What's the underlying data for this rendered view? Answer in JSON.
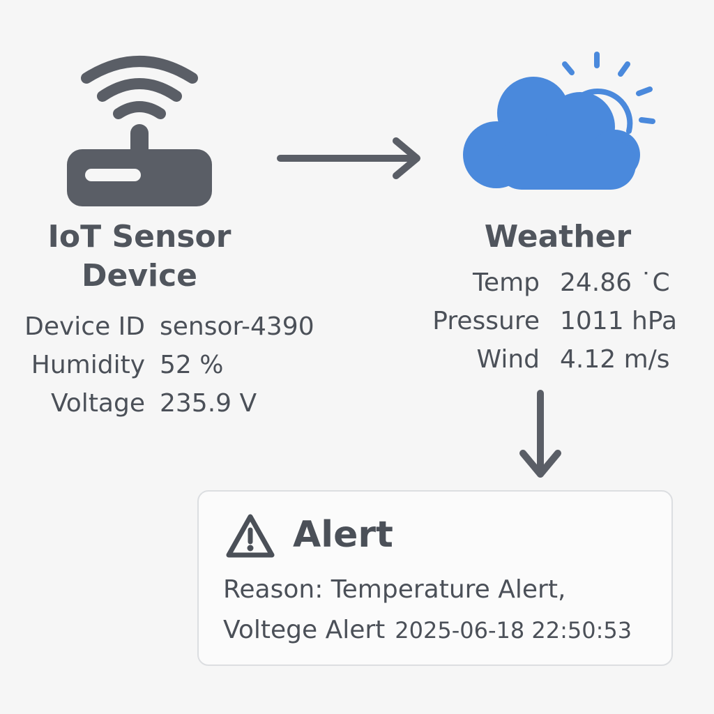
{
  "colors": {
    "background": "#f6f6f6",
    "icon_gray": "#5a5e66",
    "text": "#4b5058",
    "weather_blue": "#4a89dc",
    "card_border": "#dcdee1"
  },
  "sensor": {
    "icon": "wifi-router-icon",
    "title_line1": "IoT Sensor",
    "title_line2": "Device",
    "fields": [
      {
        "label": "Device ID",
        "value": "sensor-4390"
      },
      {
        "label": "Humidity",
        "value": "52 %"
      },
      {
        "label": "Voltage",
        "value": "235.9 V"
      }
    ]
  },
  "flow": {
    "arrow_sensor_to_weather": "arrow-right-icon",
    "arrow_weather_to_alert": "arrow-down-icon"
  },
  "weather": {
    "icon": "partly-cloudy-icon",
    "title": "Weather",
    "fields": [
      {
        "label": "Temp",
        "value": "24.86 ˙C"
      },
      {
        "label": "Pressure",
        "value": "1011 hPa"
      },
      {
        "label": "Wind",
        "value": "4.12 m/s"
      }
    ]
  },
  "alert": {
    "icon": "warning-triangle-icon",
    "title": "Alert",
    "reason_line1": "Reason: Temperature Alert,",
    "reason_line2": "Voltege Alert",
    "timestamp": "2025-06-18 22:50:53"
  }
}
